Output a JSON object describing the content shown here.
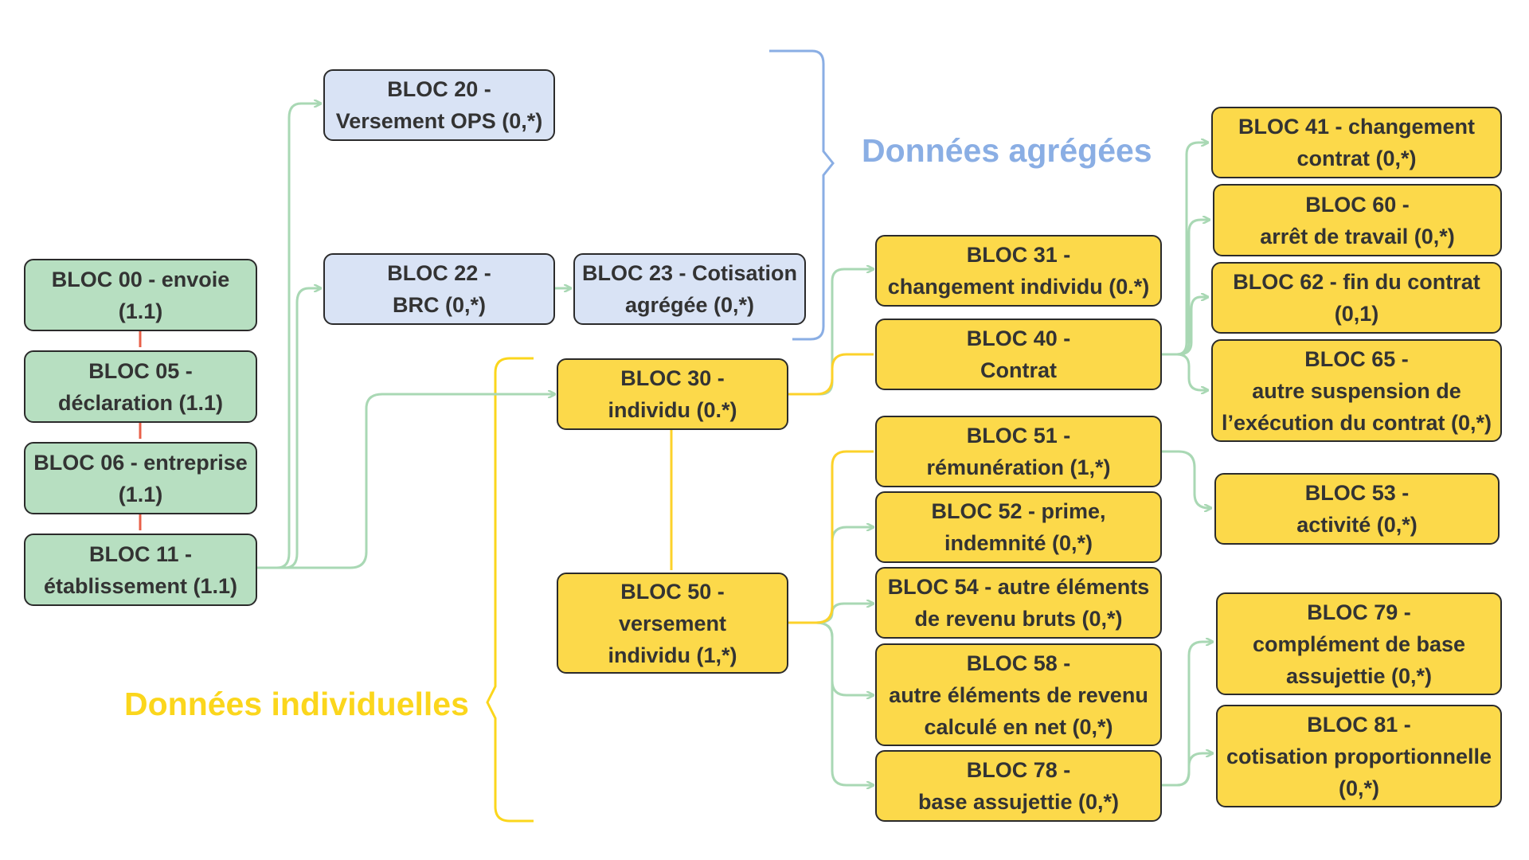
{
  "colors": {
    "green_box": "#b7dfc1",
    "blue_box": "#d9e3f5",
    "yellow_box": "#fcd94a",
    "green_arrow": "#a9d8b4",
    "red_arrow": "#e8604a",
    "yellow_arrow": "#fcd22a",
    "blue_brace": "#8aaee4",
    "yellow_brace": "#fbd61c"
  },
  "groups": {
    "aggregated_label": "Données agrégées",
    "individual_label": "Données individuelles"
  },
  "blocks": {
    "b00": "BLOC 00 - envoie\n(1.1)",
    "b05": "BLOC 05 -\ndéclaration (1.1)",
    "b06": "BLOC 06 - entreprise\n(1.1)",
    "b11": "BLOC 11 -\nétablissement (1.1)",
    "b20": "BLOC 20 -\nVersement OPS (0,*)",
    "b22": "BLOC 22 -\nBRC (0,*)",
    "b23": "BLOC 23 - Cotisation\nagrégée (0,*)",
    "b30": "BLOC 30 -\nindividu (0.*)",
    "b31": "BLOC 31 -\nchangement individu (0.*)",
    "b40": "BLOC 40 -\nContrat",
    "b41": "BLOC 41 - changement\ncontrat (0,*)",
    "b60": "BLOC 60 -\narrêt de travail (0,*)",
    "b62": "BLOC 62 - fin du contrat\n(0,1)",
    "b65": "BLOC 65 -\nautre suspension de\nl’exécution du contrat (0,*)",
    "b50": "BLOC 50 -\nversement\nindividu (1,*)",
    "b51": "BLOC 51 -\nrémunération (1,*)",
    "b52": "BLOC 52 - prime,\nindemnité  (0,*)",
    "b53": "BLOC 53 -\nactivité (0,*)",
    "b54": "BLOC 54 - autre éléments\nde revenu bruts (0,*)",
    "b58": "BLOC 58 -\nautre éléments de revenu\ncalculé en net (0,*)",
    "b78": "BLOC 78 -\nbase assujettie (0,*)",
    "b79": "BLOC 79 -\ncomplément de base\nassujettie (0,*)",
    "b81": "BLOC 81 -\ncotisation proportionnelle\n(0,*)"
  }
}
